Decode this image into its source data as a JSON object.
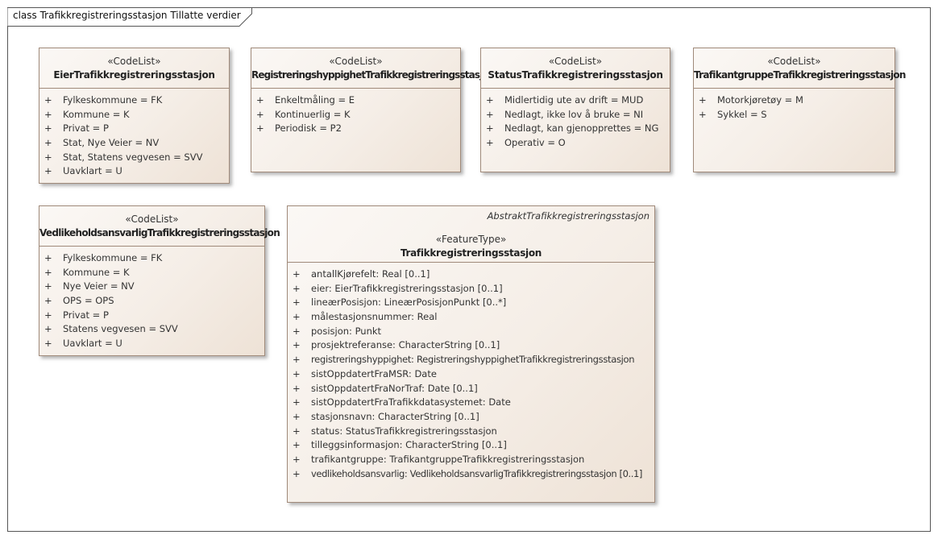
{
  "frame": {
    "title": "class Trafikkregistreringsstasjon Tillatte verdier"
  },
  "classes": {
    "eier": {
      "stereotype": "«CodeList»",
      "name": "EierTrafikkregistreringsstasjon",
      "attributes": [
        {
          "vis": "+",
          "text": "Fylkeskommune = FK"
        },
        {
          "vis": "+",
          "text": "Kommune = K"
        },
        {
          "vis": "+",
          "text": "Privat = P"
        },
        {
          "vis": "+",
          "text": "Stat, Nye Veier = NV"
        },
        {
          "vis": "+",
          "text": "Stat, Statens vegvesen = SVV"
        },
        {
          "vis": "+",
          "text": "Uavklart = U"
        }
      ]
    },
    "hyppighet": {
      "stereotype": "«CodeList»",
      "name": "RegistreringshyppighetTrafikkregistreringsstasjon",
      "attributes": [
        {
          "vis": "+",
          "text": "Enkeltmåling = E"
        },
        {
          "vis": "+",
          "text": "Kontinuerlig = K"
        },
        {
          "vis": "+",
          "text": "Periodisk = P2"
        }
      ]
    },
    "status": {
      "stereotype": "«CodeList»",
      "name": "StatusTrafikkregistreringsstasjon",
      "attributes": [
        {
          "vis": "+",
          "text": "Midlertidig ute av drift = MUD"
        },
        {
          "vis": "+",
          "text": "Nedlagt, ikke lov å bruke = NI"
        },
        {
          "vis": "+",
          "text": "Nedlagt, kan gjenopprettes = NG"
        },
        {
          "vis": "+",
          "text": "Operativ = O"
        }
      ]
    },
    "trafikantgruppe": {
      "stereotype": "«CodeList»",
      "name": "TrafikantgruppeTrafikkregistreringsstasjon",
      "attributes": [
        {
          "vis": "+",
          "text": "Motorkjøretøy = M"
        },
        {
          "vis": "+",
          "text": "Sykkel = S"
        }
      ]
    },
    "vedlikehold": {
      "stereotype": "«CodeList»",
      "name": "VedlikeholdsansvarligTrafikkregistreringsstasjon",
      "attributes": [
        {
          "vis": "+",
          "text": "Fylkeskommune = FK"
        },
        {
          "vis": "+",
          "text": "Kommune = K"
        },
        {
          "vis": "+",
          "text": "Nye Veier = NV"
        },
        {
          "vis": "+",
          "text": "OPS = OPS"
        },
        {
          "vis": "+",
          "text": "Privat = P"
        },
        {
          "vis": "+",
          "text": "Statens vegvesen = SVV"
        },
        {
          "vis": "+",
          "text": "Uavklart = U"
        }
      ]
    },
    "stasjon": {
      "supertype": "AbstraktTrafikkregistreringsstasjon",
      "stereotype": "«FeatureType»",
      "name": "Trafikkregistreringsstasjon",
      "attributes": [
        {
          "vis": "+",
          "text": "antallKjørefelt: Real [0..1]"
        },
        {
          "vis": "+",
          "text": "eier: EierTrafikkregistreringsstasjon [0..1]"
        },
        {
          "vis": "+",
          "text": "lineærPosisjon: LineærPosisjonPunkt [0..*]"
        },
        {
          "vis": "+",
          "text": "målestasjonsnummer: Real"
        },
        {
          "vis": "+",
          "text": "posisjon: Punkt"
        },
        {
          "vis": "+",
          "text": "prosjektreferanse: CharacterString [0..1]"
        },
        {
          "vis": "+",
          "text": "registreringshyppighet: RegistreringshyppighetTrafikkregistreringsstasjon"
        },
        {
          "vis": "+",
          "text": "sistOppdatertFraMSR: Date"
        },
        {
          "vis": "+",
          "text": "sistOppdatertFraNorTraf: Date [0..1]"
        },
        {
          "vis": "+",
          "text": "sistOppdatertFraTrafikkdatasystemet: Date"
        },
        {
          "vis": "+",
          "text": "stasjonsnavn: CharacterString [0..1]"
        },
        {
          "vis": "+",
          "text": "status: StatusTrafikkregistreringsstasjon"
        },
        {
          "vis": "+",
          "text": "tilleggsinformasjon: CharacterString [0..1]"
        },
        {
          "vis": "+",
          "text": "trafikantgruppe: TrafikantgruppeTrafikkregistreringsstasjon"
        },
        {
          "vis": "+",
          "text": "vedlikeholdsansvarlig: VedlikeholdsansvarligTrafikkregistreringsstasjon [0..1]"
        }
      ]
    }
  }
}
